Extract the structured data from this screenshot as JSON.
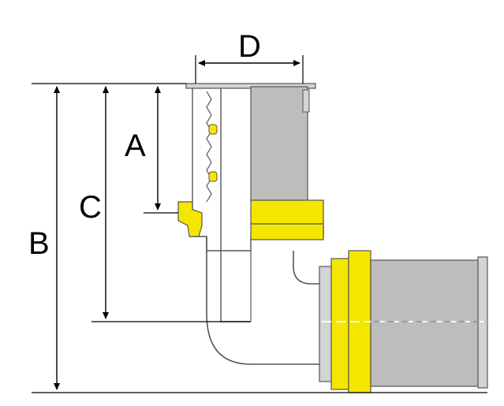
{
  "labels": {
    "a": "A",
    "b": "B",
    "c": "C",
    "d": "D"
  },
  "colors": {
    "background": "#ffffff",
    "outline": "#555555",
    "metal": "#bdbdbd",
    "metal_light": "#d4d4d4",
    "yellow": "#f5e600",
    "dimension_line": "#000000"
  }
}
